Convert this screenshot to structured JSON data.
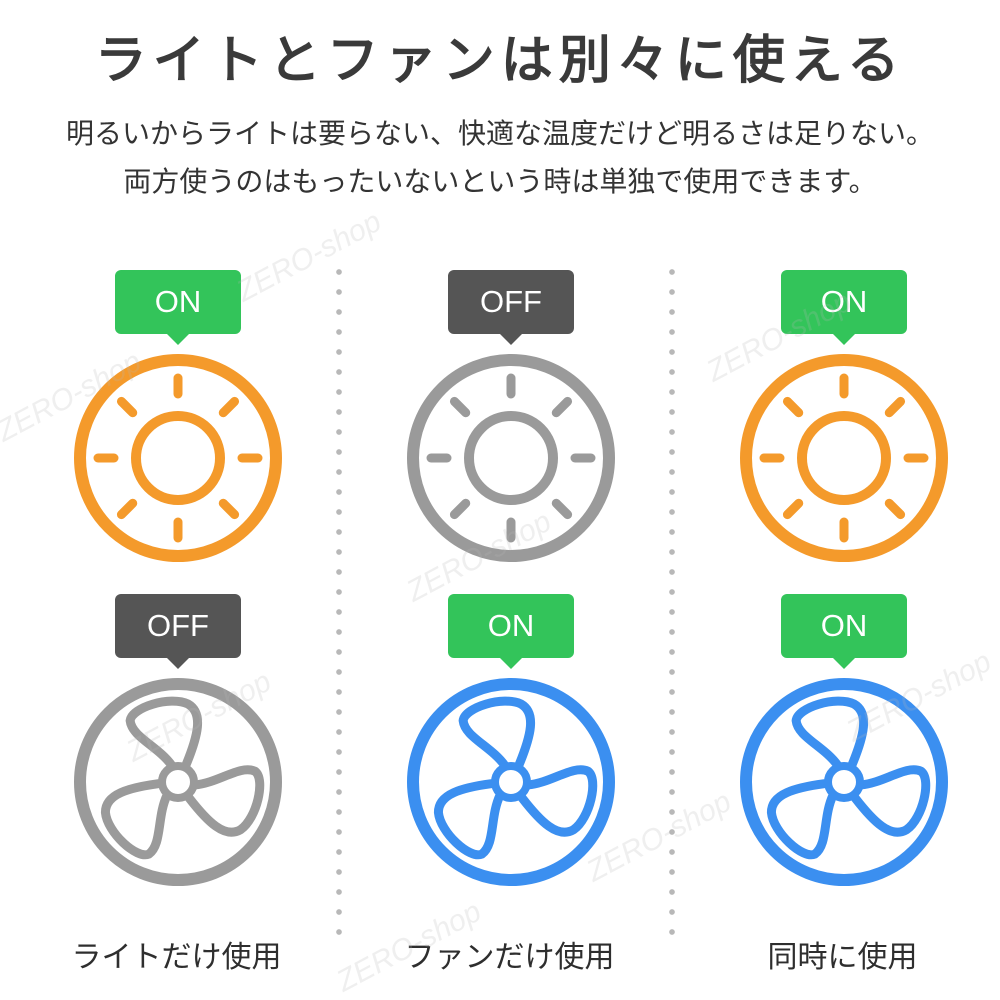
{
  "title": "ライトとファンは別々に使える",
  "description": [
    "明るいからライトは要らない、快適な温度だけど明るさは足りない。",
    "両方使うのはもったいないという時は単独で使用できます。"
  ],
  "watermark": "ZERO-shop",
  "colors": {
    "on_badge": "#33c45a",
    "off_badge": "#555555",
    "light_on": "#f49a2b",
    "fan_on": "#3b8ff0",
    "inactive": "#9a9a9a"
  },
  "panels": [
    {
      "caption": "ライトだけ使用",
      "light": {
        "label": "ON",
        "on": true,
        "icon": "sun-icon"
      },
      "fan": {
        "label": "OFF",
        "on": false,
        "icon": "fan-icon"
      }
    },
    {
      "caption": "ファンだけ使用",
      "light": {
        "label": "OFF",
        "on": false,
        "icon": "sun-icon"
      },
      "fan": {
        "label": "ON",
        "on": true,
        "icon": "fan-icon"
      }
    },
    {
      "caption": "同時に使用",
      "light": {
        "label": "ON",
        "on": true,
        "icon": "sun-icon"
      },
      "fan": {
        "label": "ON",
        "on": true,
        "icon": "fan-icon"
      }
    }
  ]
}
